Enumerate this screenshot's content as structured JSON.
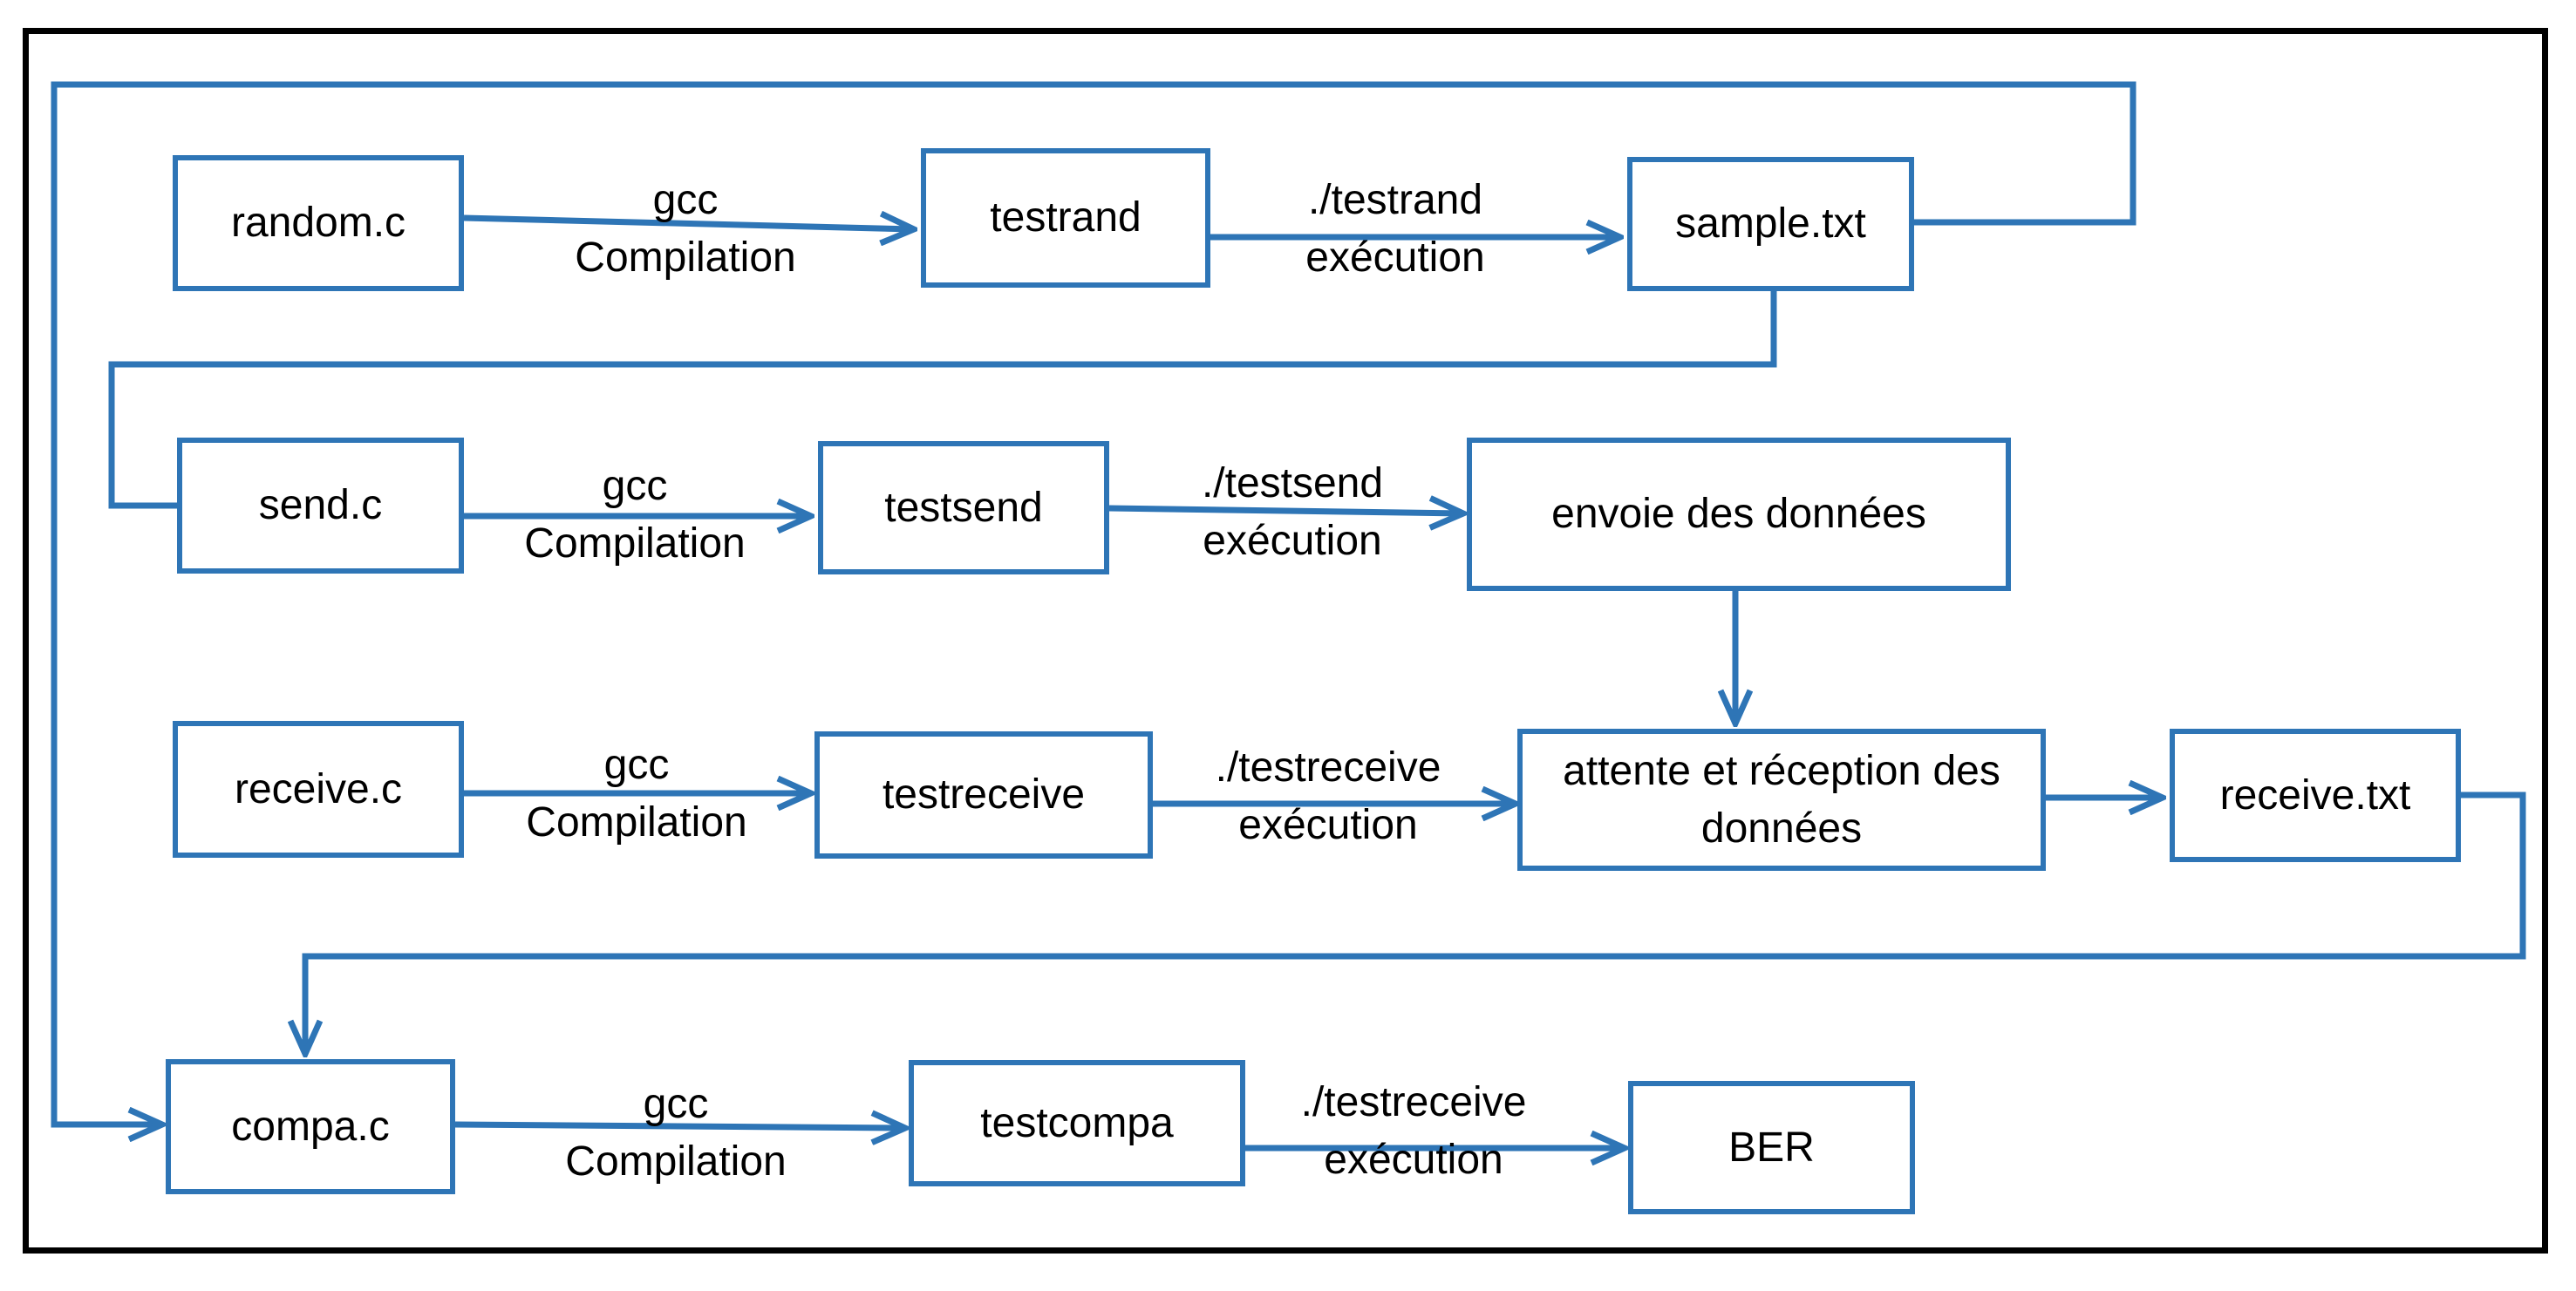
{
  "colors": {
    "accent": "#2E75B6",
    "frame": "#000000"
  },
  "nodes": {
    "random_c": "random.c",
    "testrand": "testrand",
    "sample_txt": "sample.txt",
    "send_c": "send.c",
    "testsend": "testsend",
    "envoie": "envoie des données",
    "receive_c": "receive.c",
    "testreceive": "testreceive",
    "attente": "attente et réception des données",
    "receive_txt": "receive.txt",
    "compa_c": "compa.c",
    "testcompa": "testcompa",
    "ber": "BER"
  },
  "edges": {
    "e1": {
      "top": "gcc",
      "bottom": "Compilation"
    },
    "e2": {
      "top": "./testrand",
      "bottom": "exécution"
    },
    "e3": {
      "top": "gcc",
      "bottom": "Compilation"
    },
    "e4": {
      "top": "./testsend",
      "bottom": "exécution"
    },
    "e5": {
      "top": "gcc",
      "bottom": "Compilation"
    },
    "e6": {
      "top": "./testreceive",
      "bottom": "exécution"
    },
    "e7": {
      "top": "gcc",
      "bottom": "Compilation"
    },
    "e8": {
      "top": "./testreceive",
      "bottom": "exécution"
    }
  }
}
